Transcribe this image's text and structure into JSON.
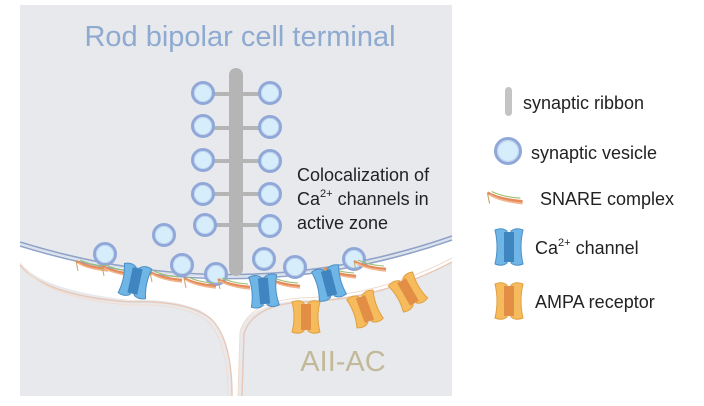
{
  "figure": {
    "title": "Rod bipolar cell terminal",
    "lower_cell_label": "AII-AC",
    "annotation": {
      "lines": [
        "Colocalization of",
        "Ca",
        "2+",
        " channels in",
        "active zone"
      ]
    },
    "colors": {
      "terminal_bg": "#e8e9ed",
      "ribbon": "#b5b5b5",
      "vesicle_fill": "#d6eefb",
      "vesicle_ring": "#8fa8d8",
      "membrane": "#8fa2c8",
      "ca_channel": "#6fb6e6",
      "ca_channel_core": "#3f85bf",
      "ampa_receptor": "#f6bb5c",
      "ampa_receptor_core": "#e38e45",
      "snare": "#e58a5a",
      "title_text": "#8eaad0",
      "ac_text": "#c2b99a"
    }
  },
  "legend": {
    "items": [
      {
        "icon": "synaptic-ribbon-icon",
        "label": "synaptic ribbon"
      },
      {
        "icon": "synaptic-vesicle-icon",
        "label": "synaptic vesicle"
      },
      {
        "icon": "snare-complex-icon",
        "label": "SNARE complex"
      },
      {
        "icon": "ca-channel-icon",
        "label_prefix": "Ca",
        "label_sup": "2+",
        "label_suffix": " channel"
      },
      {
        "icon": "ampa-receptor-icon",
        "label": "AMPA receptor"
      }
    ]
  }
}
